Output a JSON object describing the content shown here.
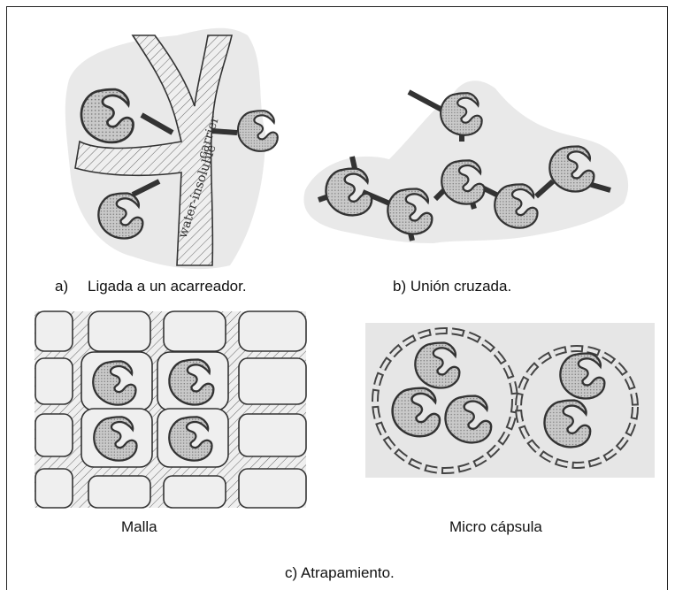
{
  "diagram": {
    "panel_a": {
      "caption_letter": "a)",
      "caption": "Ligada a un acarreador.",
      "carrier_text_1": "water-insoluble",
      "carrier_text_2": "carrier"
    },
    "panel_b": {
      "caption": "b) Unión cruzada."
    },
    "panel_c": {
      "mesh_caption": "Malla",
      "capsule_caption": "Micro cápsula",
      "caption": "c) Atrapamiento."
    }
  }
}
